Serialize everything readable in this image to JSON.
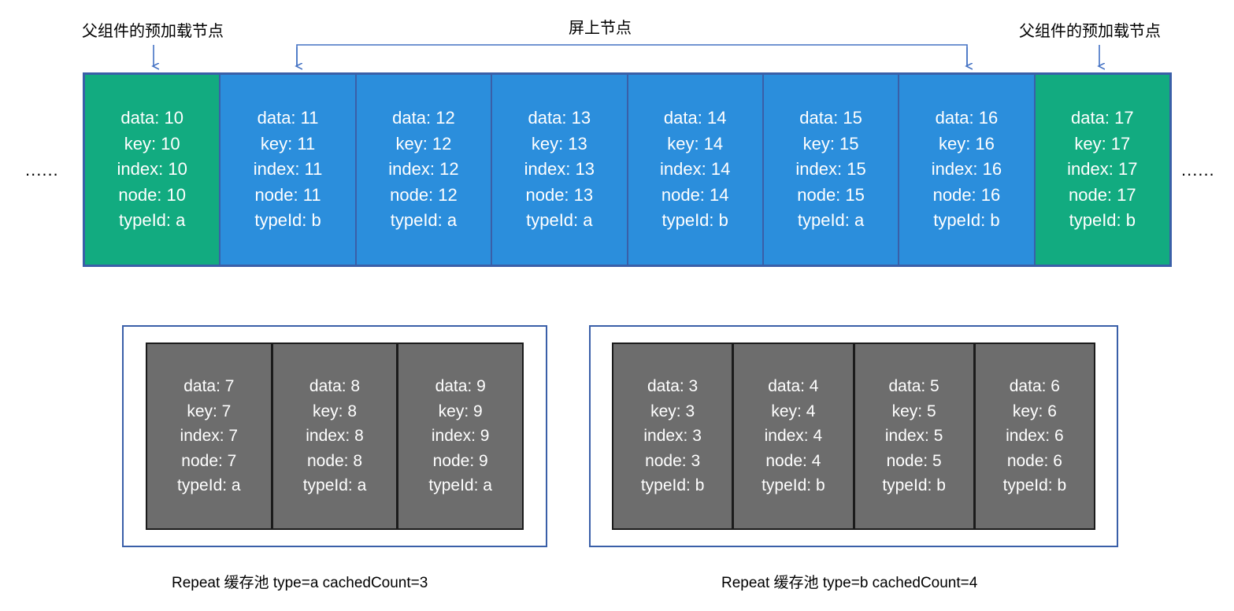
{
  "annotations": {
    "preload_left_label": "父组件的预加载节点",
    "onscreen_label": "屏上节点",
    "preload_right_label": "父组件的预加载节点",
    "ellipsis_left": "......",
    "ellipsis_right": "......"
  },
  "colors": {
    "preload_node": "#12ab80",
    "onscreen_node": "#2b8edc",
    "cached_node": "#6d6d6d",
    "border_blue": "#3a5fa8",
    "arrow_blue": "#4472c4",
    "text_white": "#ffffff",
    "text_black": "#000000"
  },
  "node_strip": {
    "cells": [
      {
        "data": "data: 10",
        "key": "key: 10",
        "index": "index: 10",
        "node": "node: 10",
        "typeId": "typeId: a",
        "state": "preload"
      },
      {
        "data": "data: 11",
        "key": "key: 11",
        "index": "index: 11",
        "node": "node: 11",
        "typeId": "typeId: b",
        "state": "onscreen"
      },
      {
        "data": "data: 12",
        "key": "key: 12",
        "index": "index: 12",
        "node": "node: 12",
        "typeId": "typeId: a",
        "state": "onscreen"
      },
      {
        "data": "data: 13",
        "key": "key: 13",
        "index": "index: 13",
        "node": "node: 13",
        "typeId": "typeId: a",
        "state": "onscreen"
      },
      {
        "data": "data: 14",
        "key": "key: 14",
        "index": "index: 14",
        "node": "node: 14",
        "typeId": "typeId: b",
        "state": "onscreen"
      },
      {
        "data": "data: 15",
        "key": "key: 15",
        "index": "index: 15",
        "node": "node: 15",
        "typeId": "typeId: a",
        "state": "onscreen"
      },
      {
        "data": "data: 16",
        "key": "key: 16",
        "index": "index: 16",
        "node": "node: 16",
        "typeId": "typeId: b",
        "state": "onscreen"
      },
      {
        "data": "data: 17",
        "key": "key: 17",
        "index": "index: 17",
        "node": "node: 17",
        "typeId": "typeId: b",
        "state": "preload"
      }
    ]
  },
  "pool_a": {
    "caption": "Repeat 缓存池 type=a  cachedCount=3",
    "cells": [
      {
        "data": "data: 7",
        "key": "key: 7",
        "index": "index: 7",
        "node": "node: 7",
        "typeId": "typeId: a"
      },
      {
        "data": "data: 8",
        "key": "key: 8",
        "index": "index: 8",
        "node": "node: 8",
        "typeId": "typeId: a"
      },
      {
        "data": "data: 9",
        "key": "key: 9",
        "index": "index: 9",
        "node": "node: 9",
        "typeId": "typeId: a"
      }
    ]
  },
  "pool_b": {
    "caption": "Repeat 缓存池 type=b  cachedCount=4",
    "cells": [
      {
        "data": "data: 3",
        "key": "key: 3",
        "index": "index: 3",
        "node": "node: 3",
        "typeId": "typeId: b"
      },
      {
        "data": "data: 4",
        "key": "key: 4",
        "index": "index: 4",
        "node": "node: 4",
        "typeId": "typeId: b"
      },
      {
        "data": "data: 5",
        "key": "key: 5",
        "index": "index: 5",
        "node": "node: 5",
        "typeId": "typeId: b"
      },
      {
        "data": "data: 6",
        "key": "key: 6",
        "index": "index: 6",
        "node": "node: 6",
        "typeId": "typeId: b"
      }
    ]
  }
}
